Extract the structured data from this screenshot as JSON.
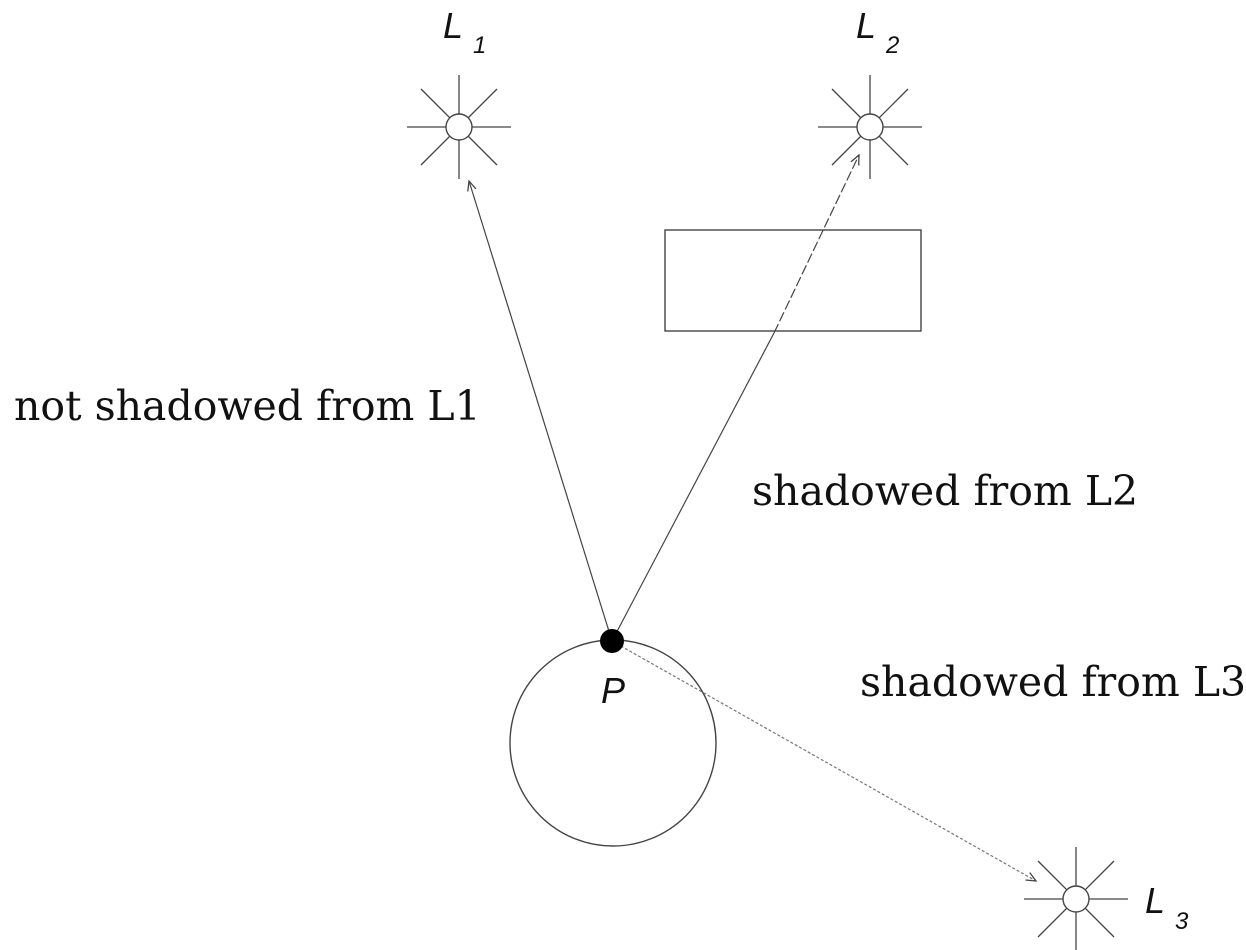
{
  "diagram": {
    "lights": [
      {
        "id": "L1",
        "label_main": "L",
        "label_sub": "1"
      },
      {
        "id": "L2",
        "label_main": "L",
        "label_sub": "2"
      },
      {
        "id": "L3",
        "label_main": "L",
        "label_sub": "3"
      }
    ],
    "point_label": "P",
    "captions": {
      "l1": "not shadowed from L1",
      "l2": "shadowed from L2",
      "l3": "shadowed from L3"
    },
    "colors": {
      "stroke": "#444444",
      "text": "#111111",
      "point_fill": "#000000"
    }
  }
}
